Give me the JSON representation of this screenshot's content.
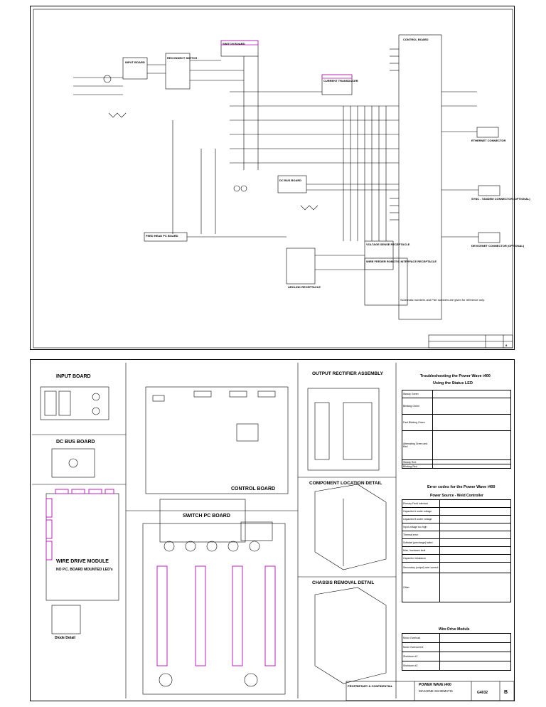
{
  "sheet1": {
    "input_board": "INPUT BOARD",
    "reconnect_switch": "RECONNECT SWITCH",
    "switch_board": "SWITCH BOARD",
    "current_transducer": "CURRENT TRANSDUCER",
    "control_board": "CONTROL BOARD",
    "dc_bus_board": "DC BUS BOARD",
    "feed_head_pc_board": "FEED HEAD PC BOARD",
    "arclink_receptacle": "ARCLINK RECEPTACLE",
    "voltage_sense_receptacle": "VOLTAGE SENSE RECEPTACLE",
    "wire_feeder_receptacle": "WIRE FEEDER ROBOTIC INTERFACE RECEPTACLE",
    "ethernet_connector": "ETHERNET CONNECTOR",
    "sync_tandem_connector": "SYNC - TANDEM CONNECTOR (OPTIONAL)",
    "devicenet_connector": "DEVICENET CONNECTOR (OPTIONAL)",
    "note_schematic": "Schematic numbers and Part numbers are given for reference only.",
    "sheet_number": "8"
  },
  "sheet2": {
    "input_board": "INPUT BOARD",
    "dc_bus_board": "DC BUS BOARD",
    "wire_drive_module": "WIRE DRIVE MODULE",
    "no_pc_board_leds": "NO P.C. BOARD MOUNTED LED's",
    "diode_detail": "Diode Detail",
    "control_board": "CONTROL BOARD",
    "switch_pc_board": "SWITCH PC BOARD",
    "output_rectifier_assembly": "OUTPUT RECTIFIER ASSEMBLY",
    "component_location_detail": "COMPONENT LOCATION DETAIL",
    "chassis_removal_detail": "CHASSIS REMOVAL DETAIL",
    "troubleshooting_title": "Troubleshooting the Power Wave i400",
    "using_status_led": "Using the Status LED",
    "error_codes_title": "Error codes for the Power Wave i400",
    "power_source_header": "Power Source - Weld Controller",
    "wire_drive_module_header": "Wire Drive Module",
    "title_block_name": "POWER WAVE i400",
    "title_block_sub": "MACHINE SCHEMATIC",
    "drawing_number": "G4032",
    "revision": "B",
    "proprietary": "PROPRIETARY & CONFIDENTIAL"
  },
  "status_led_rows": [
    "Steady Green",
    "Blinking Green",
    "Fast Blinking Green",
    "Alternating Green and Red",
    "Steady Red",
    "Blinking Red"
  ],
  "error_rows": [
    "Primary Fault Interlock",
    "Capacitor A under voltage",
    "Capacitor B under voltage",
    "Input voltage too high",
    "Thermal error",
    "Softstart (precharge) failed",
    "Misc. hardware fault",
    "Capacitor imbalance",
    "Secondary (output) over current",
    "Other"
  ],
  "wire_drive_rows": [
    "Motor Overload",
    "Motor Overcurrent",
    "Shutdown #1",
    "Shutdown #2"
  ],
  "colors": {
    "annotation_green": "#1a9a3a",
    "connector_magenta": "#c21fc2",
    "line": "#000000"
  }
}
